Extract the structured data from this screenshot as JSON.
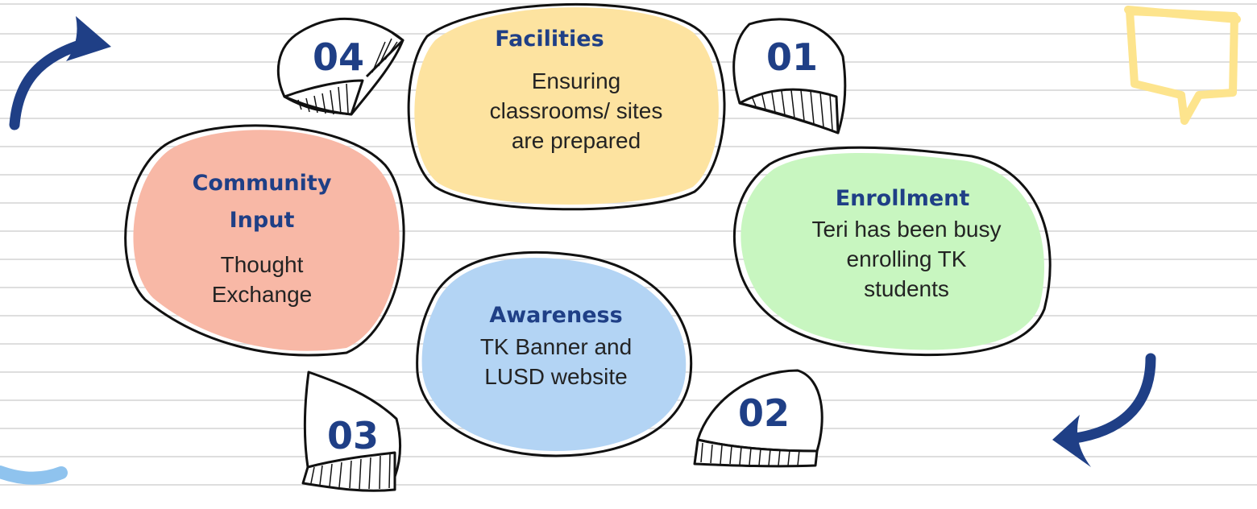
{
  "steps": [
    {
      "number": "01",
      "title": "Facilities",
      "body": "Ensuring classrooms/ sites are prepared",
      "color": "#fde3a0"
    },
    {
      "number": "02",
      "title": "Enrollment",
      "body": "Teri has been busy enrolling TK students",
      "color": "#c8f6c0"
    },
    {
      "number": "03",
      "title": "Awareness",
      "body": "TK Banner and LUSD website",
      "color": "#b3d4f4"
    },
    {
      "number": "04",
      "title": "Community Input",
      "body": "Thought Exchange",
      "color": "#f8b8a6"
    }
  ],
  "decor": {
    "ink_color": "#1f3f86",
    "speech_bubble_color": "#fde48d",
    "icons": [
      "curved-arrow-icon",
      "curved-arrow-icon",
      "speech-bubble-icon",
      "brush-stroke-icon"
    ]
  }
}
